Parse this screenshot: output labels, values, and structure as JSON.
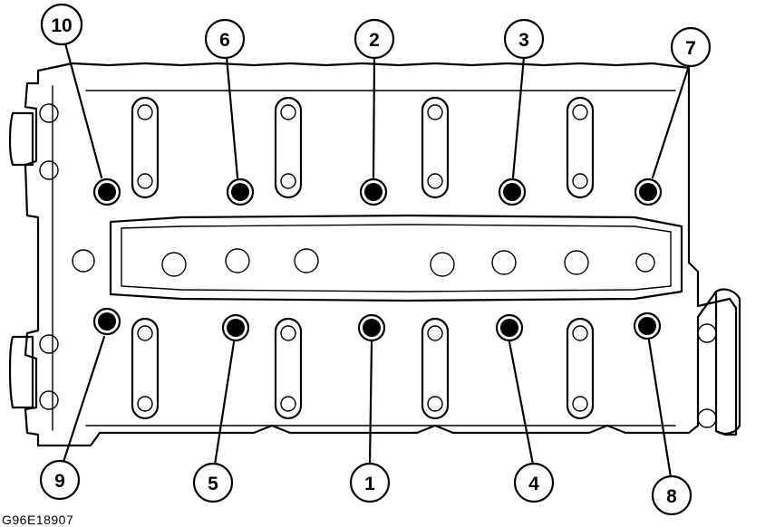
{
  "figure_code": "G96E18907",
  "callouts": [
    {
      "label": "10",
      "icon": "bolt-callout"
    },
    {
      "label": "6",
      "icon": "bolt-callout"
    },
    {
      "label": "2",
      "icon": "bolt-callout"
    },
    {
      "label": "3",
      "icon": "bolt-callout"
    },
    {
      "label": "7",
      "icon": "bolt-callout"
    },
    {
      "label": "9",
      "icon": "bolt-callout"
    },
    {
      "label": "5",
      "icon": "bolt-callout"
    },
    {
      "label": "1",
      "icon": "bolt-callout"
    },
    {
      "label": "4",
      "icon": "bolt-callout"
    },
    {
      "label": "8",
      "icon": "bolt-callout"
    }
  ]
}
